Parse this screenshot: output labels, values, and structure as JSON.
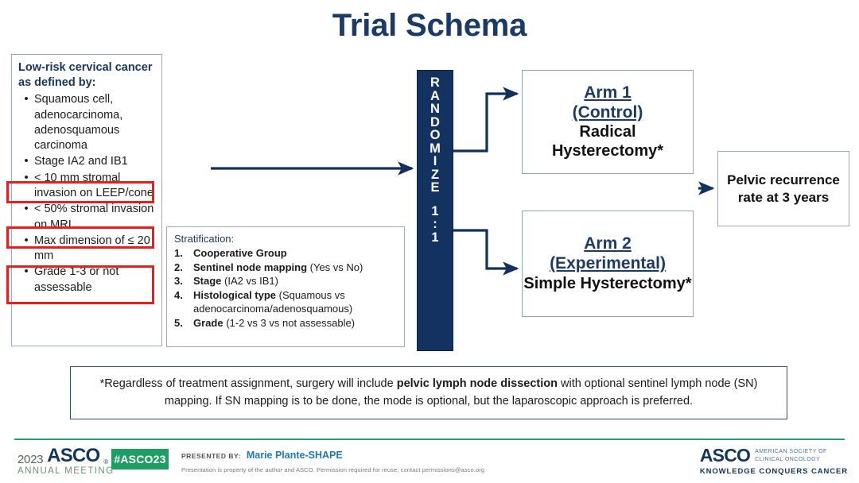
{
  "title": "Trial Schema",
  "criteria": {
    "heading": "Low-risk cervical cancer as defined by:",
    "bullet": "•",
    "items": [
      "Squamous cell, adenocarcinoma, adenosquamous carcinoma",
      "Stage IA2 and IB1",
      "< 10 mm stromal invasion on LEEP/cone",
      "< 50% stromal invasion on MRI",
      "Max dimension of ≤ 20 mm",
      "Grade 1-3 or not assessable"
    ],
    "highlight_color": "#ee1c1c"
  },
  "stratification": {
    "heading": "Stratification:",
    "items": [
      {
        "num": "1.",
        "label": "Cooperative Group",
        "detail": ""
      },
      {
        "num": "2.",
        "label": "Sentinel node mapping",
        "detail": "(Yes vs No)"
      },
      {
        "num": "3.",
        "label": "Stage",
        "detail": "(IA2 vs IB1)"
      },
      {
        "num": "4.",
        "label": "Histological type",
        "detail": "(Squamous vs adenocarcinoma/adenosquamous)"
      },
      {
        "num": "5.",
        "label": "Grade",
        "detail": "(1-2 vs 3 vs not assessable)"
      }
    ]
  },
  "randomize": {
    "letters": [
      "R",
      "A",
      "N",
      "D",
      "O",
      "M",
      "I",
      "Z",
      "E"
    ],
    "ratio": [
      "1",
      ":",
      "1"
    ],
    "color": "#143260"
  },
  "arms": [
    {
      "title": "Arm 1",
      "subtitle": "(Control)",
      "procedure": "Radical Hysterectomy*"
    },
    {
      "title": "Arm 2",
      "subtitle": "(Experimental)",
      "procedure": "Simple Hysterectomy*"
    }
  ],
  "outcome": "Pelvic recurrence rate at 3 years",
  "footnote": {
    "part1": "*Regardless of treatment assignment, surgery will include ",
    "bold": "pelvic lymph node dissection",
    "part2": " with optional sentinel lymph node (SN) mapping. If SN mapping is to be done, the mode is optional, but the laparoscopic approach is preferred."
  },
  "footer": {
    "year": "2023",
    "asco": "ASCO",
    "annual_meeting": "ANNUAL MEETING",
    "hashtag": "#ASCO23",
    "presented_label": "PRESENTED BY:",
    "presenter": "Marie Plante-SHAPE",
    "permission": "Presentation is property of the author and ASCO. Permission required for reuse; contact permissions@asco.org",
    "right_asco": "ASCO",
    "right_sub_line1": "AMERICAN SOCIETY OF",
    "right_sub_line2": "CLINICAL ONCOLOGY",
    "right_tagline": "KNOWLEDGE CONQUERS CANCER",
    "accent_green": "#1f9e63"
  }
}
